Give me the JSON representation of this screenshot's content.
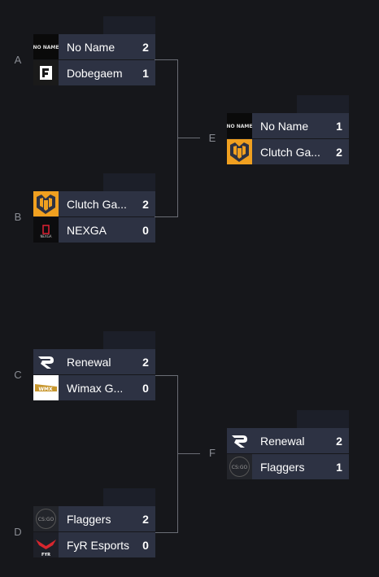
{
  "rounds": {
    "semifinals": [
      {
        "letter": "A",
        "teams": [
          {
            "name": "No Name",
            "score": "2",
            "logo": "noname-logo"
          },
          {
            "name": "Dobegaem",
            "score": "1",
            "logo": "dobegaem-logo"
          }
        ]
      },
      {
        "letter": "B",
        "teams": [
          {
            "name": "Clutch Ga...",
            "score": "2",
            "logo": "clutch-gaming-logo"
          },
          {
            "name": "NEXGA",
            "score": "0",
            "logo": "nexga-logo"
          }
        ]
      },
      {
        "letter": "C",
        "teams": [
          {
            "name": "Renewal",
            "score": "2",
            "logo": "renewal-logo"
          },
          {
            "name": "Wimax G...",
            "score": "0",
            "logo": "wimax-logo"
          }
        ]
      },
      {
        "letter": "D",
        "teams": [
          {
            "name": "Flaggers",
            "score": "2",
            "logo": "csgo-logo"
          },
          {
            "name": "FyR Esports",
            "score": "0",
            "logo": "fyr-esports-logo"
          }
        ]
      }
    ],
    "finals": [
      {
        "letter": "E",
        "teams": [
          {
            "name": "No Name",
            "score": "1",
            "logo": "noname-logo"
          },
          {
            "name": "Clutch Ga...",
            "score": "2",
            "logo": "clutch-gaming-logo"
          }
        ]
      },
      {
        "letter": "F",
        "teams": [
          {
            "name": "Renewal",
            "score": "2",
            "logo": "renewal-logo"
          },
          {
            "name": "Flaggers",
            "score": "1",
            "logo": "csgo-logo"
          }
        ]
      }
    ]
  },
  "colors": {
    "background": "#16171b",
    "row": "#2d3243",
    "tab": "#1c1f29",
    "connector": "#6a6d75",
    "text": "#ffffff",
    "letter": "#8a8d94",
    "clutch_orange": "#f0a020"
  }
}
